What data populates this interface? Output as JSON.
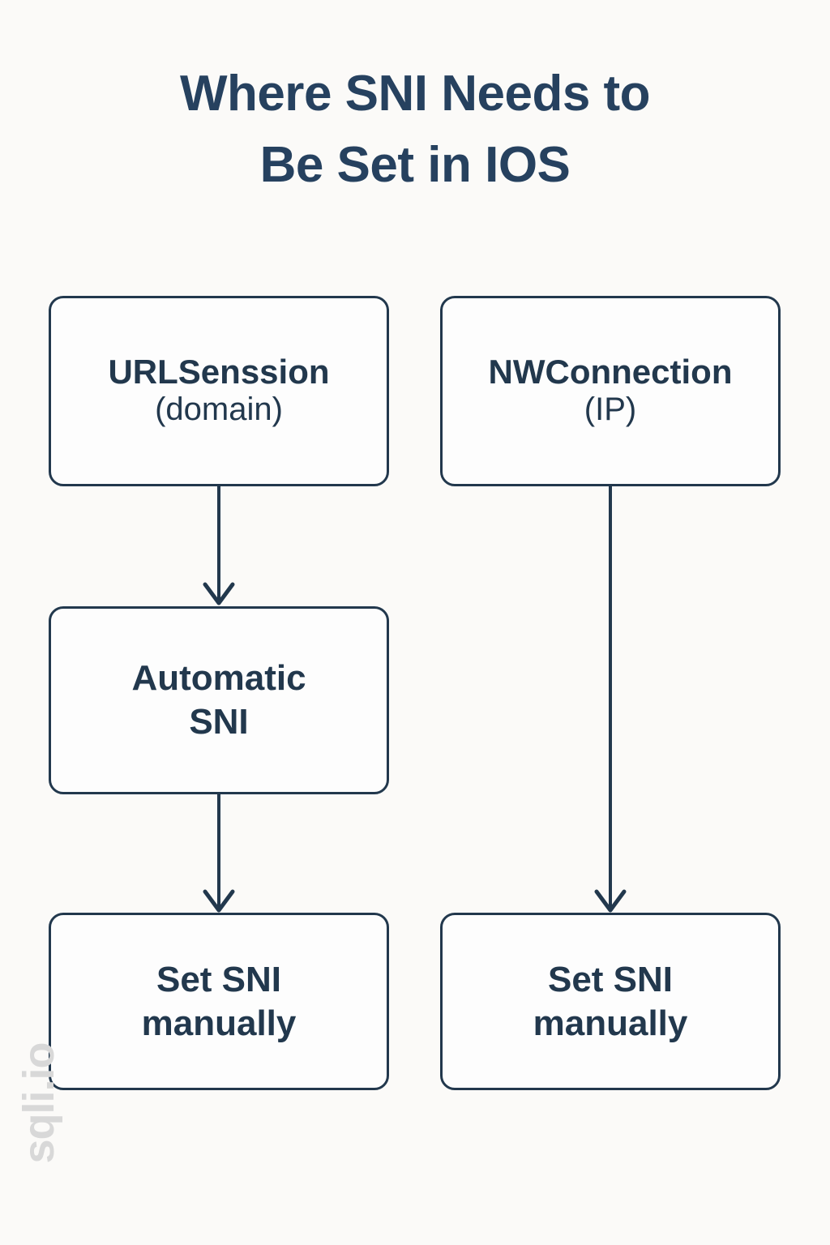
{
  "page": {
    "background_color": "#fbfaf8",
    "accent_color": "#22384d",
    "title_color": "#26415f",
    "watermark_color": "#d8d8d8"
  },
  "title": {
    "text": "Where SNI Needs to\nBe Set in IOS"
  },
  "diagram": {
    "type": "flowchart",
    "nodes": [
      {
        "id": "urlsession",
        "line1": "URLSenssion",
        "line2": "(domain)",
        "column": "left",
        "row": 1
      },
      {
        "id": "nwconnection",
        "line1": "NWConnection",
        "line2": "(IP)",
        "column": "right",
        "row": 1
      },
      {
        "id": "automatic-sni",
        "line1": "Automatic",
        "line2": "SNI",
        "column": "left",
        "row": 2
      },
      {
        "id": "set-sni-manually-left",
        "line1": "Set SNI",
        "line2": "manually",
        "column": "left",
        "row": 3
      },
      {
        "id": "set-sni-manually-right",
        "line1": "Set SNI",
        "line2": "manually",
        "column": "right",
        "row": 3
      }
    ],
    "edges": [
      {
        "id": "edge-urlsession-to-automatic",
        "from": "urlsession",
        "to": "automatic-sni",
        "style": "arrow-down"
      },
      {
        "id": "edge-automatic-to-manual-left",
        "from": "automatic-sni",
        "to": "set-sni-manually-left",
        "style": "arrow-down"
      },
      {
        "id": "edge-nwconnection-to-manual-right",
        "from": "nwconnection",
        "to": "set-sni-manually-right",
        "style": "arrow-down"
      }
    ]
  },
  "watermark": {
    "text": "sqli.io"
  }
}
